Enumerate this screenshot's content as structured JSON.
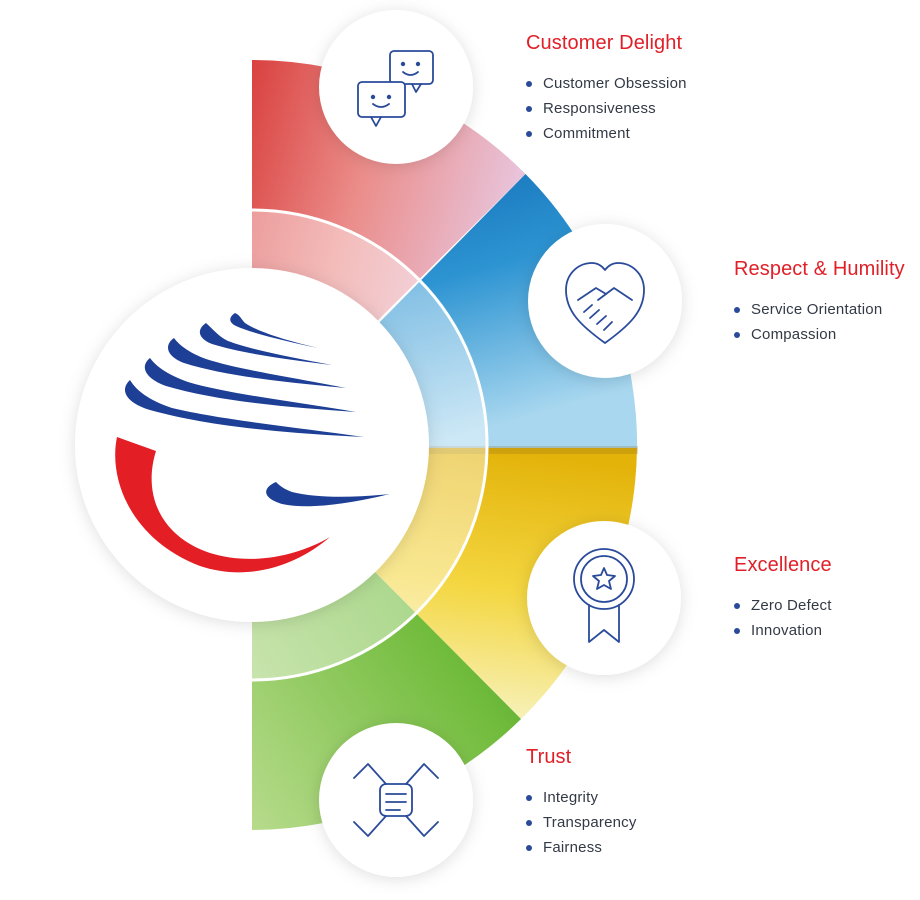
{
  "colors": {
    "title": "#e02028",
    "bullet": "#2a4a9a",
    "icon": "#2a4a9a",
    "logo_blue": "#1e3f96",
    "logo_red": "#e31e24",
    "segment_red": "#e05a5a",
    "segment_blue": "#1f86c8",
    "segment_yellow": "#f2c415",
    "segment_green": "#6cb83a"
  },
  "values": [
    {
      "key": "customer",
      "title": "Customer Delight",
      "icon": "chat-smiley-icon",
      "items": [
        "Customer Obsession",
        "Responsiveness",
        "Commitment"
      ]
    },
    {
      "key": "respect",
      "title": "Respect & Humility",
      "icon": "handshake-heart-icon",
      "items": [
        "Service Orientation",
        "Compassion"
      ]
    },
    {
      "key": "excellence",
      "title": "Excellence",
      "icon": "award-star-icon",
      "items": [
        "Zero Defect",
        "Innovation"
      ]
    },
    {
      "key": "trust",
      "title": "Trust",
      "icon": "joined-hands-icon",
      "items": [
        "Integrity",
        "Transparency",
        "Fairness"
      ]
    }
  ]
}
